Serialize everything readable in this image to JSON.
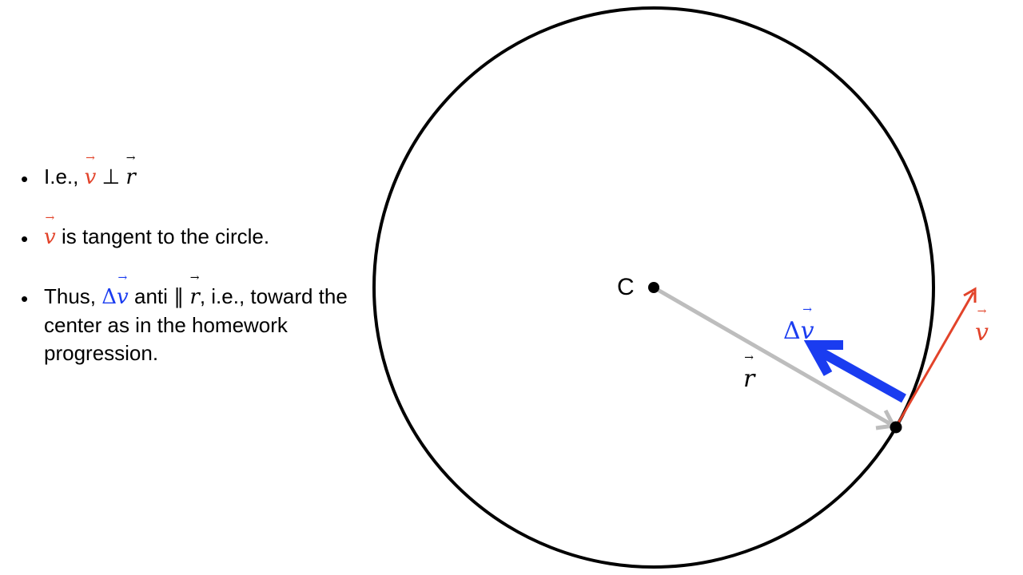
{
  "bullets": [
    {
      "prefix": "I.e.,",
      "v": "v",
      "perp": "⊥",
      "r": "r"
    },
    {
      "v": "v",
      "text": "is tangent to the circle."
    },
    {
      "prefix": "Thus,",
      "delta": "Δ",
      "v": "v",
      "mid": "anti ∥",
      "r": "r",
      "suffix": ", i.e.,",
      "rest": "toward the center as in the homework progression."
    }
  ],
  "diagram": {
    "center_label": "C",
    "r_label": "r",
    "v_label": "v",
    "dv_delta": "Δ",
    "dv_v": "v",
    "arrow_glyph": "→"
  },
  "colors": {
    "velocity": "#e2432a",
    "delta_v": "#1a3cf0",
    "radius": "#bdbdbd",
    "circle": "#000000"
  }
}
